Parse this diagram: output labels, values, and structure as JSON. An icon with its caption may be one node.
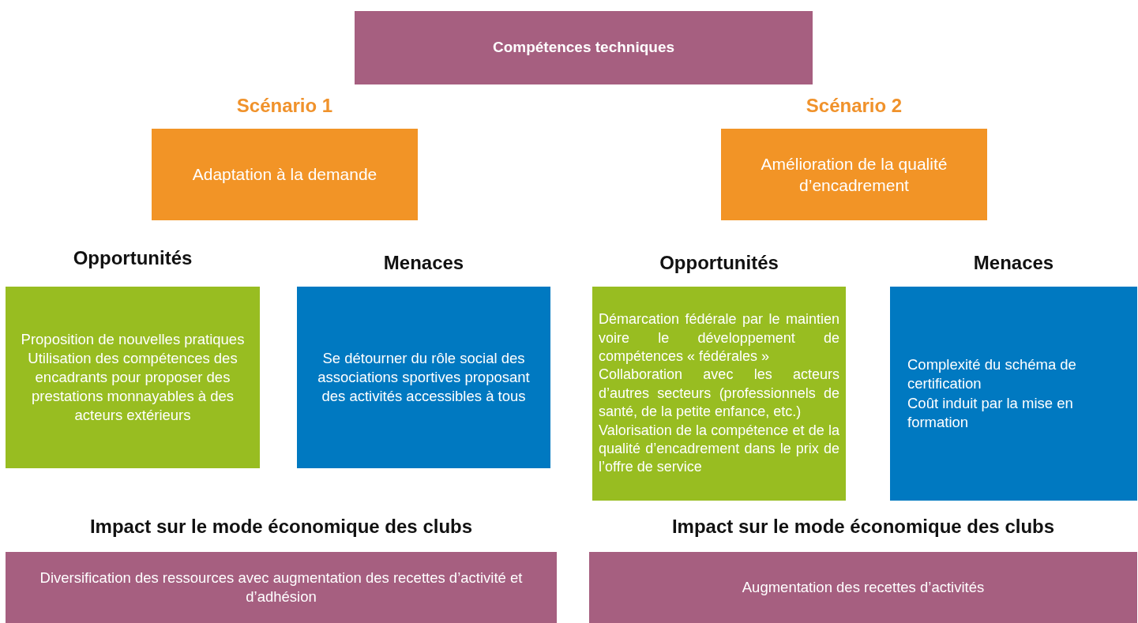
{
  "diagram": {
    "nodes": [
      {
        "text": [
          "Compétences techniques"
        ]
      },
      {
        "text": [
          "Scénario 1",
          "Adaptation à la demande"
        ]
      },
      {
        "text": [
          "Scénario 2",
          "Amélioration de la qualité d’encadrement"
        ]
      },
      {
        "text": [
          "Opportunités",
          "Proposition de nouvelles pratiques",
          "Utilisation des compétences des encadrants pour proposer des prestations monnayables à des acteurs extérieurs"
        ]
      },
      {
        "text": [
          "Menaces",
          "Se détourner du rôle social des associations sportives proposant des activités accessibles à tous"
        ]
      },
      {
        "text": [
          "Opportunités",
          "Démarcation fédérale par le maintien voire le développement de compétences « fédérales »",
          "Collaboration avec les acteurs d’autres secteurs (professionnels de santé, de la petite enfance, etc.)",
          "Valorisation de la compétence et de la qualité d’encadrement dans le prix de l’offre de service"
        ]
      },
      {
        "text": [
          "Menaces",
          "Complexité du schéma de certification",
          "Coût induit par la mise en formation"
        ]
      },
      {
        "text": [
          "Impact sur le mode économique des clubs",
          "Diversification des ressources avec augmentation des recettes d’activité et d’adhésion"
        ]
      },
      {
        "text": [
          "Impact sur le mode économique des clubs",
          "Augmentation des recettes d’activités"
        ]
      }
    ]
  }
}
